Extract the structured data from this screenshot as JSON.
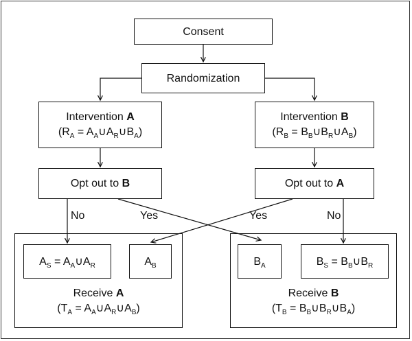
{
  "nodes": {
    "consent": "Consent",
    "randomization": "Randomization",
    "intervention_a": {
      "text": "Intervention",
      "arm": "A",
      "formula": [
        "(R",
        "A",
        " = A",
        "A",
        "∪A",
        "R",
        "∪B",
        "A",
        ")"
      ]
    },
    "intervention_b": {
      "text": "Intervention",
      "arm": "B",
      "formula": [
        "(R",
        "B",
        " = B",
        "B",
        "∪B",
        "R",
        "∪A",
        "B",
        ")"
      ]
    },
    "opt_out_b": {
      "text": "Opt out to",
      "arm": "B"
    },
    "opt_out_a": {
      "text": "Opt out to",
      "arm": "A"
    },
    "as_box": [
      "A",
      "S",
      " = A",
      "A",
      "∪A",
      "R"
    ],
    "ab_box": [
      "A",
      "B"
    ],
    "ba_box": [
      "B",
      "A"
    ],
    "bs_box": [
      "B",
      "S",
      " = B",
      "B",
      "∪B",
      "R"
    ],
    "receive_a": {
      "text": "Receive",
      "arm": "A",
      "formula": [
        "(T",
        "A",
        " = A",
        "A",
        "∪A",
        "R",
        "∪A",
        "B",
        ")"
      ]
    },
    "receive_b": {
      "text": "Receive",
      "arm": "B",
      "formula": [
        "(T",
        "B",
        " = B",
        "B",
        "∪B",
        "R",
        "∪B",
        "A",
        ")"
      ]
    }
  },
  "edge_labels": {
    "left_no": "No",
    "left_yes": "Yes",
    "right_yes": "Yes",
    "right_no": "No"
  }
}
